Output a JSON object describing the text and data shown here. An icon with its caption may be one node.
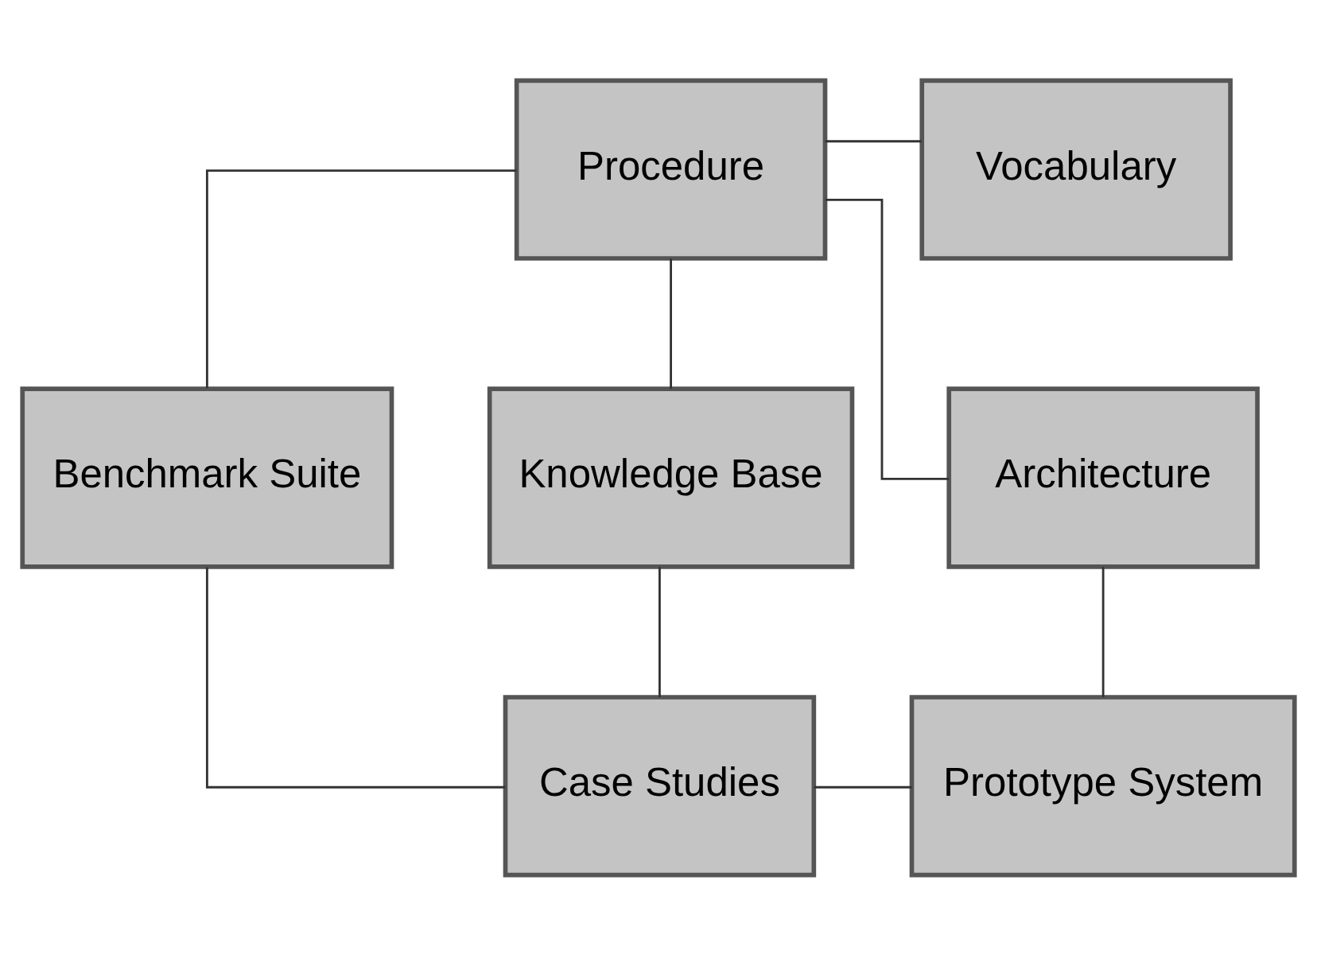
{
  "diagram": {
    "nodes": [
      {
        "text": [
          "Procedure"
        ]
      },
      {
        "text": [
          "Vocabulary"
        ]
      },
      {
        "text": [
          "Benchmark Suite"
        ]
      },
      {
        "text": [
          "Knowledge Base"
        ]
      },
      {
        "text": [
          "Architecture"
        ]
      },
      {
        "text": [
          "Case Studies"
        ]
      },
      {
        "text": [
          "Prototype System"
        ]
      }
    ],
    "edges": [
      {
        "from": 0,
        "to": 1,
        "arrow": "none"
      },
      {
        "from": 0,
        "to": 2,
        "arrow": "none"
      },
      {
        "from": 0,
        "to": 3,
        "arrow": "none"
      },
      {
        "from": 0,
        "to": 4,
        "arrow": "none"
      },
      {
        "from": 2,
        "to": 5,
        "arrow": "none"
      },
      {
        "from": 3,
        "to": 5,
        "arrow": "none"
      },
      {
        "from": 4,
        "to": 6,
        "arrow": "none"
      },
      {
        "from": 5,
        "to": 6,
        "arrow": "none"
      }
    ]
  }
}
